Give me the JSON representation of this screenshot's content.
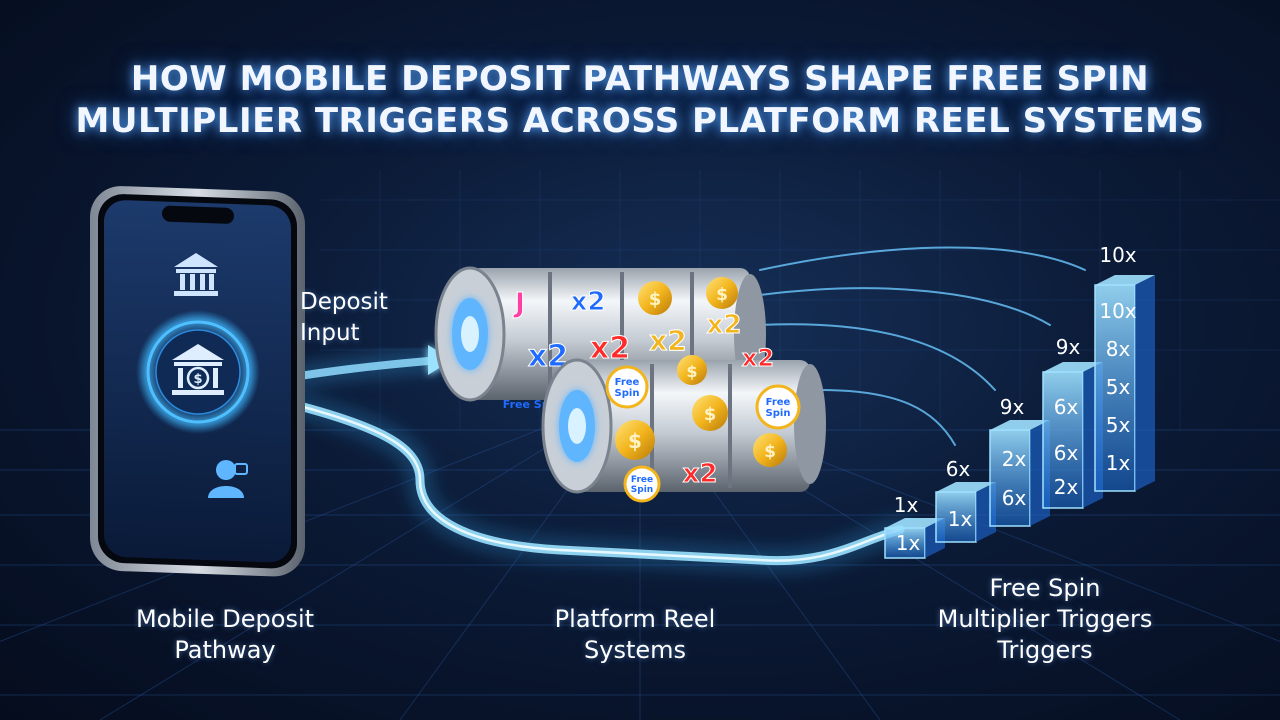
{
  "title": {
    "line1": "HOW MOBILE DEPOSIT PATHWAYS SHAPE FREE SPIN",
    "line2": "MULTIPLIER TRIGGERS ACROSS PLATFORM REEL SYSTEMS"
  },
  "labels": {
    "mobile": [
      "Mobile Deposit",
      "Pathway"
    ],
    "reel": [
      "Platform Reel",
      "Systems"
    ],
    "free_spin": [
      "Free Spin",
      "Multiplier Triggers",
      "Triggers"
    ],
    "deposit_input": [
      "Deposit",
      "Input"
    ]
  },
  "reel_symbols": {
    "back_cylinder": [
      "J",
      "x2",
      "coin",
      "coin",
      "x2",
      "x2",
      "x2",
      "Free Spin"
    ],
    "front_cylinder": [
      "Free Spin",
      "coin",
      "x2",
      "Free Spin",
      "coin",
      "coin",
      "Free Spin",
      "x2"
    ]
  },
  "multiplier_bars": [
    {
      "top": "1x",
      "labels": [
        "1x"
      ]
    },
    {
      "top": "6x",
      "labels": [
        "1x"
      ]
    },
    {
      "top": "9x",
      "labels": [
        "2x",
        "6x"
      ]
    },
    {
      "top": "9x",
      "labels": [
        "6x",
        "6x",
        "2x"
      ]
    },
    {
      "top": "10x",
      "labels": [
        "10x",
        "8x",
        "5x",
        "5x",
        "1x"
      ]
    }
  ],
  "icons": {
    "phone_top": "bank-icon",
    "phone_center": "bank-dollar-icon",
    "phone_bottom": "user-chat-icon",
    "reel_coin": "dollar-coin-icon"
  },
  "colors": {
    "glow": "#38b6ff",
    "title_glow": "#5aaaff",
    "pink_symbol": "#ff3fa4",
    "blue_symbol": "#1f6bff",
    "red_symbol": "#ff2a2a",
    "coin_gold": "#f3b51d"
  }
}
